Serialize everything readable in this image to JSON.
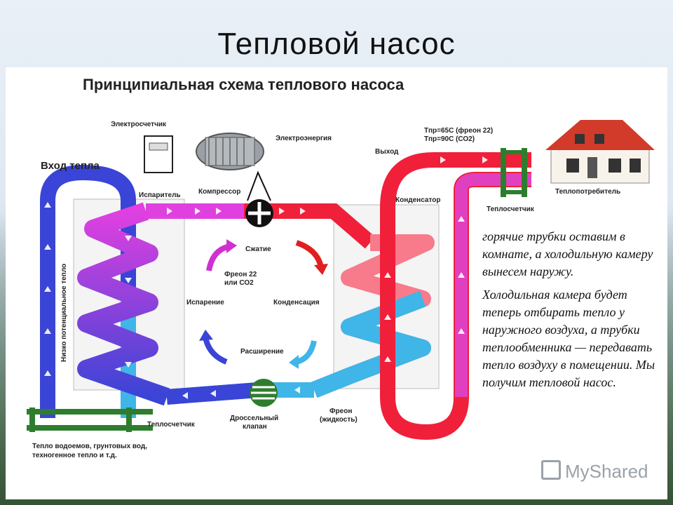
{
  "slide": {
    "title": "Тепловой насос"
  },
  "diagram": {
    "title": "Принципиальная схема теплового насоса",
    "labels": {
      "heat_in": "Вход тепла",
      "meter_elec": "Электросчетчик",
      "electricity": "Электроэнергия",
      "compressor": "Компрессор",
      "evaporator": "Испаритель",
      "condenser": "Конденсатор",
      "output": "Выход",
      "temp_freon": "Тпр=65С (фреон 22)",
      "temp_co2": "Тпр=90С (СО2)",
      "consumer": "Теплопотребитель",
      "heat_meter_right": "Теплосчетчик",
      "heat_meter_left": "Теплосчетчик",
      "low_potential": "Низко потенциальное тепло",
      "compression": "Сжатие",
      "freon_co2_line1": "Фреон 22",
      "freon_co2_line2": "или СО2",
      "evaporation": "Испарение",
      "condensation": "Конденсация",
      "expansion": "Расширение",
      "throttle_line1": "Дроссельный",
      "throttle_line2": "клапан",
      "freon_liquid_line1": "Фреон",
      "freon_liquid_line2": "(жидкость)",
      "sources_line1": "Тепло водоемов, грунтовых вод,",
      "sources_line2": "техногенное тепло и т.д."
    }
  },
  "overlay": {
    "para1": "горячие трубки оставим в комнате, а холодильную камеру вынесем наружу.",
    "para2": "Холодильная камера будет теперь отбирать тепло у наружного воздуха, а трубки теплообменника — передавать тепло воздуху в помещении. Мы получим тепловой насос."
  },
  "watermark": {
    "text": "MyShared"
  },
  "colors": {
    "hot": "#f0203a",
    "hot_light": "#f77b8a",
    "cold": "#3fb5e8",
    "blue": "#3a44d6",
    "magenta": "#e040e0",
    "green": "#2e7d2e"
  }
}
